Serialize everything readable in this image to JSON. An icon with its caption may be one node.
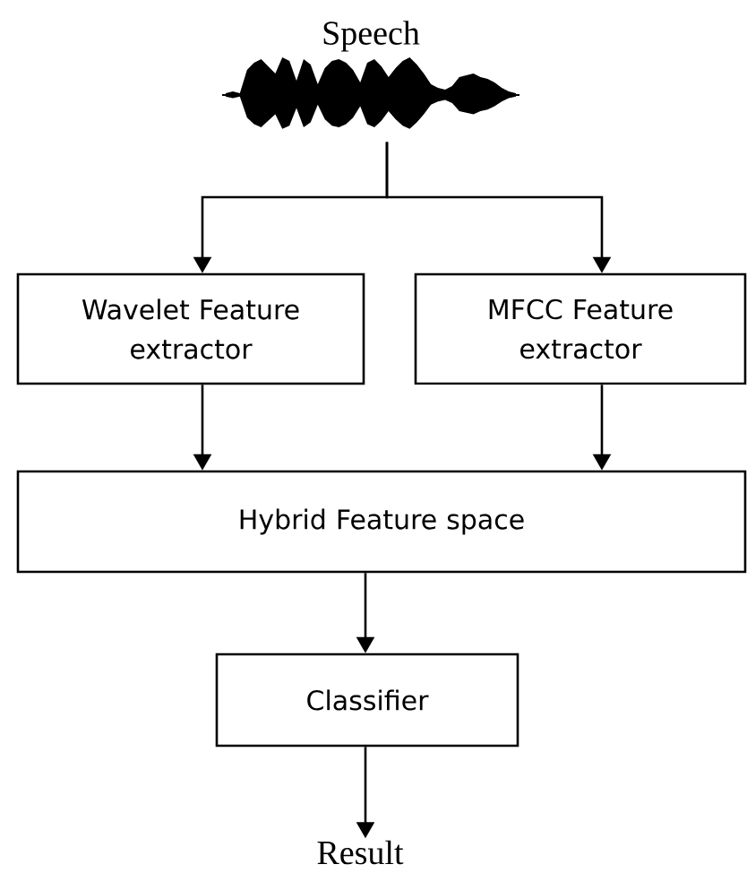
{
  "diagram": {
    "nodes": [
      {
        "text": [],
        "shape": "picture",
        "beside": [
          "Speech"
        ]
      },
      {
        "text": [
          "Wavelet Feature extractor"
        ]
      },
      {
        "text": [
          "MFCC Feature extractor"
        ]
      },
      {
        "text": [
          "Hybrid Feature space"
        ]
      },
      {
        "text": [
          "Classifier"
        ]
      },
      {
        "text": [
          "Result"
        ]
      }
    ],
    "edges": [
      {
        "from": 0,
        "to": 1,
        "arrow": "to"
      },
      {
        "from": 0,
        "to": 2,
        "arrow": "to"
      },
      {
        "from": 1,
        "to": 3,
        "arrow": "to"
      },
      {
        "from": 2,
        "to": 3,
        "arrow": "to"
      },
      {
        "from": 3,
        "to": 4,
        "arrow": "to"
      },
      {
        "from": 4,
        "to": 5,
        "arrow": "to"
      }
    ]
  }
}
